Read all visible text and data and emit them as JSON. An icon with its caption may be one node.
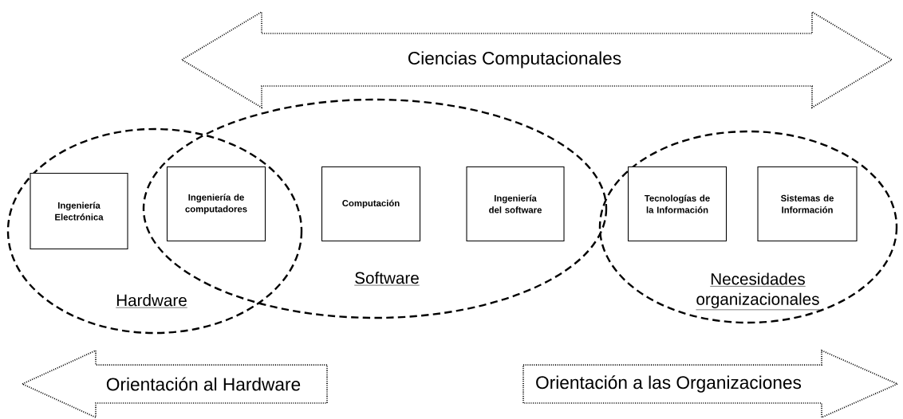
{
  "diagram": {
    "nodes": [
      {
        "text": [
          "Ciencias Computacionales"
        ]
      },
      {
        "text": [
          "Hardware"
        ]
      },
      {
        "text": [
          "Software"
        ]
      },
      {
        "text": [
          "Necesidades organizacionales"
        ]
      },
      {
        "text": [
          "Ingeniería Electrónica"
        ],
        "in": 1
      },
      {
        "text": [
          "Ingeniería de computadores"
        ]
      },
      {
        "text": [
          "Computación"
        ],
        "in": 2
      },
      {
        "text": [
          "Ingeniería del software"
        ],
        "in": 2
      },
      {
        "text": [
          "Tecnologías de la Información"
        ],
        "in": 3
      },
      {
        "text": [
          "Sistemas de Información"
        ],
        "in": 3
      },
      {
        "text": [
          "Orientación al Hardware"
        ]
      },
      {
        "text": [
          "Orientación a las Organizaciones"
        ]
      }
    ]
  }
}
